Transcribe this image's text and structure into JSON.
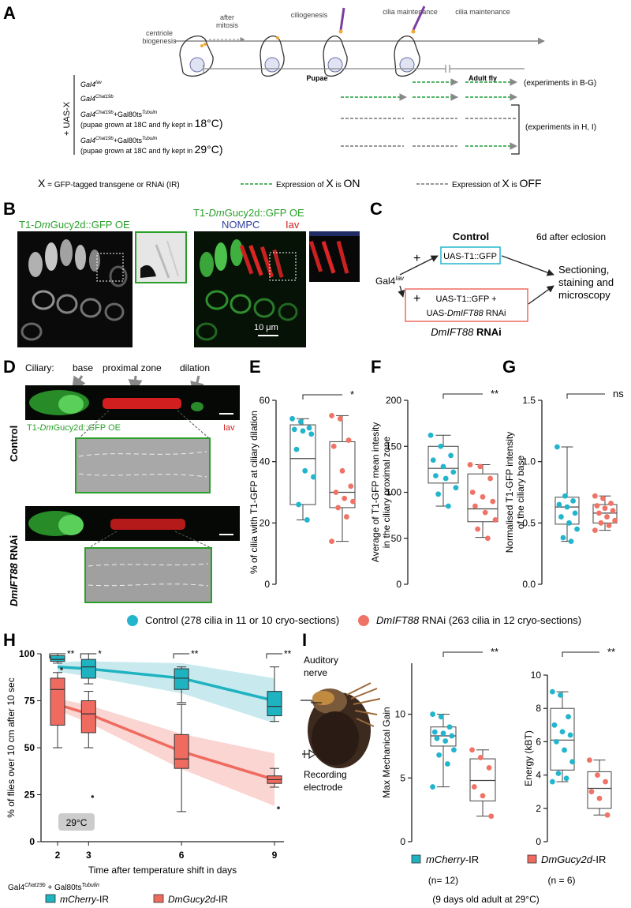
{
  "panel_letters": {
    "A": "A",
    "B": "B",
    "C": "C",
    "D": "D",
    "E": "E",
    "F": "F",
    "G": "G",
    "H": "H",
    "I": "I"
  },
  "panelA": {
    "stages": [
      "centriole\nbiogenesis",
      "after\nmitosis",
      "ciliogenesis",
      "cilia maintenance",
      "cilia maintenance"
    ],
    "pupae_label": "Pupae",
    "adult_label": "Adult fly",
    "uas_label": "+ UAS-X",
    "rows": [
      {
        "driver": "Gal4",
        "sup": "Iav",
        "note": "",
        "temp": ""
      },
      {
        "driver": "Gal4",
        "sup": "Chat19b",
        "note": "",
        "temp": ""
      },
      {
        "driver": "Gal4",
        "sup": "Chat19b",
        "extra": "+Gal80ts",
        "extra_sup": "Tubulin",
        "note": "(pupae grown at 18C and fly kept in ",
        "temp": "18°C)"
      },
      {
        "driver": "Gal4",
        "sup": "Chat19b",
        "extra": "+Gal80ts",
        "extra_sup": "Tubulin",
        "note": "(pupae grown at 18C and fly kept in ",
        "temp": "29°C)"
      }
    ],
    "exp_BG": "(experiments in B-G)",
    "exp_HI": "(experiments in H, I)",
    "legend_x": "X = GFP-tagged transgene or RNAi (IR)",
    "legend_on_pre": "Expression of X is",
    "legend_on": "ON",
    "legend_off_pre": "Expression of X is",
    "legend_off": "OFF",
    "colors": {
      "on": "#1e9e3a",
      "off": "#777777"
    }
  },
  "panelB": {
    "title_left_pre": "T1-",
    "title_left_it": "Dm",
    "title_left_post": "Gucy2d::GFP OE",
    "title_right_pre": "T1-",
    "title_right_it": "Dm",
    "title_right_post": "Gucy2d::GFP OE",
    "nompc": "NOMPC",
    "iav": "Iav",
    "scale": "10 μm"
  },
  "panelC": {
    "control": "Control",
    "after": "6d after eclosion",
    "box1": "UAS-T1::GFP",
    "box2_line1": "UAS-T1::GFP +",
    "box2_line2_pre": "UAS-",
    "box2_line2_it": "DmIFT88",
    "box2_line2_post": " RNAi",
    "gal4": "Gal4",
    "gal4_sup": "Iav",
    "plus": "+",
    "result1": "Sectioning,",
    "result2": "staining and",
    "result3": "microscopy",
    "rnai_it": "DmIFT88",
    "rnai_post": " RNAi"
  },
  "panelD": {
    "ciliary": "Ciliary:",
    "base": "base",
    "proximal": "proximal zone",
    "dilation": "dilation",
    "gfp_pre": "T1-",
    "gfp_it": "Dm",
    "gfp_post": "Gucy2d::GFP OE",
    "iav": "Iav",
    "control": "Control",
    "rnai_it": "DmIFT88",
    "rnai_post": " RNAi"
  },
  "legend_mid": {
    "control": "Control (278 cilia in 11 or 10 cryo-sections)",
    "rnai_it": "DmIFT88",
    "rnai_post": " RNAi (263 cilia in 12 cryo-sections)"
  },
  "colors": {
    "control": "#22b5cc",
    "rnai": "#ef7366",
    "control_box": "#1fb2c0",
    "rnai_box": "#ef6b60"
  },
  "chart_data": [
    {
      "id": "E",
      "type": "box",
      "ylabel": "% of cilia with T1-GFP at ciliary dilation",
      "ylim": [
        0,
        60
      ],
      "yticks": [
        0,
        20,
        40,
        60
      ],
      "groups": [
        {
          "name": "Control",
          "points": [
            54,
            53,
            51,
            50.5,
            50,
            49,
            44,
            37,
            35,
            26,
            21
          ]
        },
        {
          "name": "DmIFT88 RNAi",
          "points": [
            55,
            54,
            47,
            45,
            37,
            32,
            30,
            28,
            27,
            25,
            22,
            14
          ]
        }
      ],
      "boxes": [
        {
          "q1": 26,
          "med": 41,
          "q3": 52,
          "lo": 21,
          "hi": 54
        },
        {
          "q1": 25,
          "med": 30,
          "q3": 46.5,
          "lo": 14,
          "hi": 55
        }
      ],
      "significance": "*"
    },
    {
      "id": "F",
      "type": "box",
      "ylabel": "Average of T1-GFP mean intesity in the ciliary proximal zone",
      "ylim": [
        0,
        200
      ],
      "yticks": [
        0,
        50,
        100,
        150,
        200
      ],
      "groups": [
        {
          "name": "Control",
          "points": [
            162,
            150,
            140,
            135,
            128,
            122,
            118,
            115,
            105,
            98,
            85
          ]
        },
        {
          "name": "DmIFT88 RNAi",
          "points": [
            130,
            128,
            115,
            100,
            95,
            90,
            85,
            78,
            70,
            60,
            50
          ]
        }
      ],
      "boxes": [
        {
          "q1": 110,
          "med": 126,
          "q3": 150,
          "lo": 85,
          "hi": 162
        },
        {
          "q1": 68,
          "med": 82,
          "q3": 120,
          "lo": 51,
          "hi": 130
        }
      ],
      "significance": "**"
    },
    {
      "id": "G",
      "type": "box",
      "ylabel": "Normalised T1-GFP intensity of the ciliary base",
      "ylim": [
        0,
        1.5
      ],
      "yticks": [
        0,
        0.5,
        1.0,
        1.5
      ],
      "groups": [
        {
          "name": "Control",
          "points": [
            1.12,
            0.72,
            0.68,
            0.65,
            0.63,
            0.58,
            0.55,
            0.5,
            0.45,
            0.38,
            0.35
          ]
        },
        {
          "name": "DmIFT88 RNAi",
          "points": [
            0.72,
            0.7,
            0.66,
            0.64,
            0.62,
            0.6,
            0.58,
            0.55,
            0.52,
            0.5,
            0.48,
            0.44
          ]
        }
      ],
      "boxes": [
        {
          "q1": 0.49,
          "med": 0.63,
          "q3": 0.71,
          "lo": 0.35,
          "hi": 1.12
        },
        {
          "q1": 0.5,
          "med": 0.58,
          "q3": 0.65,
          "lo": 0.44,
          "hi": 0.72
        }
      ],
      "significance": "ns"
    },
    {
      "id": "H",
      "type": "box+line",
      "ylabel": "% of flies over 10 cm after 10 sec",
      "xlabel": "Time after temperature shift in days",
      "ylim": [
        0,
        100
      ],
      "yticks": [
        0,
        25,
        50,
        75,
        100
      ],
      "x": [
        2,
        3,
        6,
        9
      ],
      "temperature": "29°C",
      "series": [
        {
          "name": "mCherry-IR",
          "boxes": [
            {
              "x": 2,
              "q1": 96,
              "med": 97,
              "q3": 99,
              "lo": 95,
              "hi": 100
            },
            {
              "x": 3,
              "q1": 87,
              "med": 93,
              "q3": 97,
              "lo": 84,
              "hi": 100
            },
            {
              "x": 6,
              "q1": 81,
              "med": 87,
              "q3": 92,
              "lo": 74,
              "hi": 93
            },
            {
              "x": 9,
              "q1": 67,
              "med": 72,
              "q3": 80,
              "lo": 64,
              "hi": 93
            }
          ],
          "outliers": [
            [
              2,
              92
            ],
            [
              3,
              63
            ]
          ],
          "fit": [
            [
              2,
              93
            ],
            [
              3,
              92
            ],
            [
              6,
              87
            ],
            [
              9,
              75
            ]
          ]
        },
        {
          "name": "DmGucy2d-IR",
          "boxes": [
            {
              "x": 2,
              "q1": 62,
              "med": 81,
              "q3": 87,
              "lo": 50,
              "hi": 90
            },
            {
              "x": 3,
              "q1": 58,
              "med": 68,
              "q3": 75,
              "lo": 50,
              "hi": 80
            },
            {
              "x": 6,
              "q1": 39,
              "med": 44,
              "q3": 57,
              "lo": 16,
              "hi": 73
            },
            {
              "x": 9,
              "q1": 31,
              "med": 33,
              "q3": 35,
              "lo": 29,
              "hi": 39
            }
          ],
          "outliers": [
            [
              3,
              24
            ],
            [
              9,
              18
            ]
          ],
          "fit": [
            [
              2,
              73
            ],
            [
              3,
              68
            ],
            [
              6,
              48
            ],
            [
              9,
              33
            ]
          ]
        }
      ],
      "significance": [
        "**",
        "*",
        "**",
        "**"
      ]
    },
    {
      "id": "I1",
      "type": "box",
      "ylabel": "Max Mechanical Gain",
      "ylim": [
        0,
        14
      ],
      "yticks": [
        0,
        5,
        10
      ],
      "groups": [
        {
          "name": "mCherry-IR",
          "points": [
            10.0,
            9.8,
            9.0,
            8.6,
            8.5,
            8.3,
            8.1,
            7.9,
            7.2,
            6.8,
            6.1,
            4.3
          ]
        },
        {
          "name": "DmGucy2d-IR",
          "points": [
            7.2,
            6.6,
            5.8,
            4.3,
            3.6,
            2.0
          ]
        }
      ],
      "boxes": [
        {
          "q1": 7.5,
          "med": 8.3,
          "q3": 9.0,
          "lo": 4.3,
          "hi": 10.0
        },
        {
          "q1": 3.2,
          "med": 4.8,
          "q3": 6.5,
          "lo": 2.0,
          "hi": 7.2
        }
      ],
      "significance": "**"
    },
    {
      "id": "I2",
      "type": "box",
      "ylabel": "Energy (kBT)",
      "ylim": [
        0,
        10
      ],
      "yticks": [
        0,
        2,
        4,
        6,
        8,
        10
      ],
      "groups": [
        {
          "name": "mCherry-IR",
          "points": [
            9.0,
            8.8,
            7.5,
            7.0,
            6.6,
            6.4,
            6.0,
            5.5,
            4.8,
            4.1,
            3.8,
            3.6
          ]
        },
        {
          "name": "DmGucy2d-IR",
          "points": [
            4.9,
            4.0,
            3.6,
            3.0,
            2.6,
            1.6
          ]
        }
      ],
      "boxes": [
        {
          "q1": 4.3,
          "med": 6.1,
          "q3": 8.0,
          "lo": 3.6,
          "hi": 9.0
        },
        {
          "q1": 2.0,
          "med": 3.2,
          "q3": 4.2,
          "lo": 1.6,
          "hi": 4.9
        }
      ],
      "significance": "**"
    }
  ],
  "panelH": {
    "genotype": "Gal4",
    "genotype_sup1": "Chat19b",
    "genotype_mid": " + Gal80ts",
    "genotype_sup2": "Tubulin",
    "legend1_it": "mCherry",
    "legend1_post": "-IR",
    "legend2_it": "DmGucy2d",
    "legend2_post": "-IR"
  },
  "panelI": {
    "nerve1": "Auditory",
    "nerve2": "nerve",
    "rec1": "Recording",
    "rec2": "electrode",
    "legend1_it": "mCherry",
    "legend1_post": "-IR",
    "legend2_it": "DmGucy2d",
    "legend2_post": "-IR",
    "n1": "(n= 12)",
    "n2": "(n = 6)",
    "age": "(9 days old adult at 29°C)"
  }
}
